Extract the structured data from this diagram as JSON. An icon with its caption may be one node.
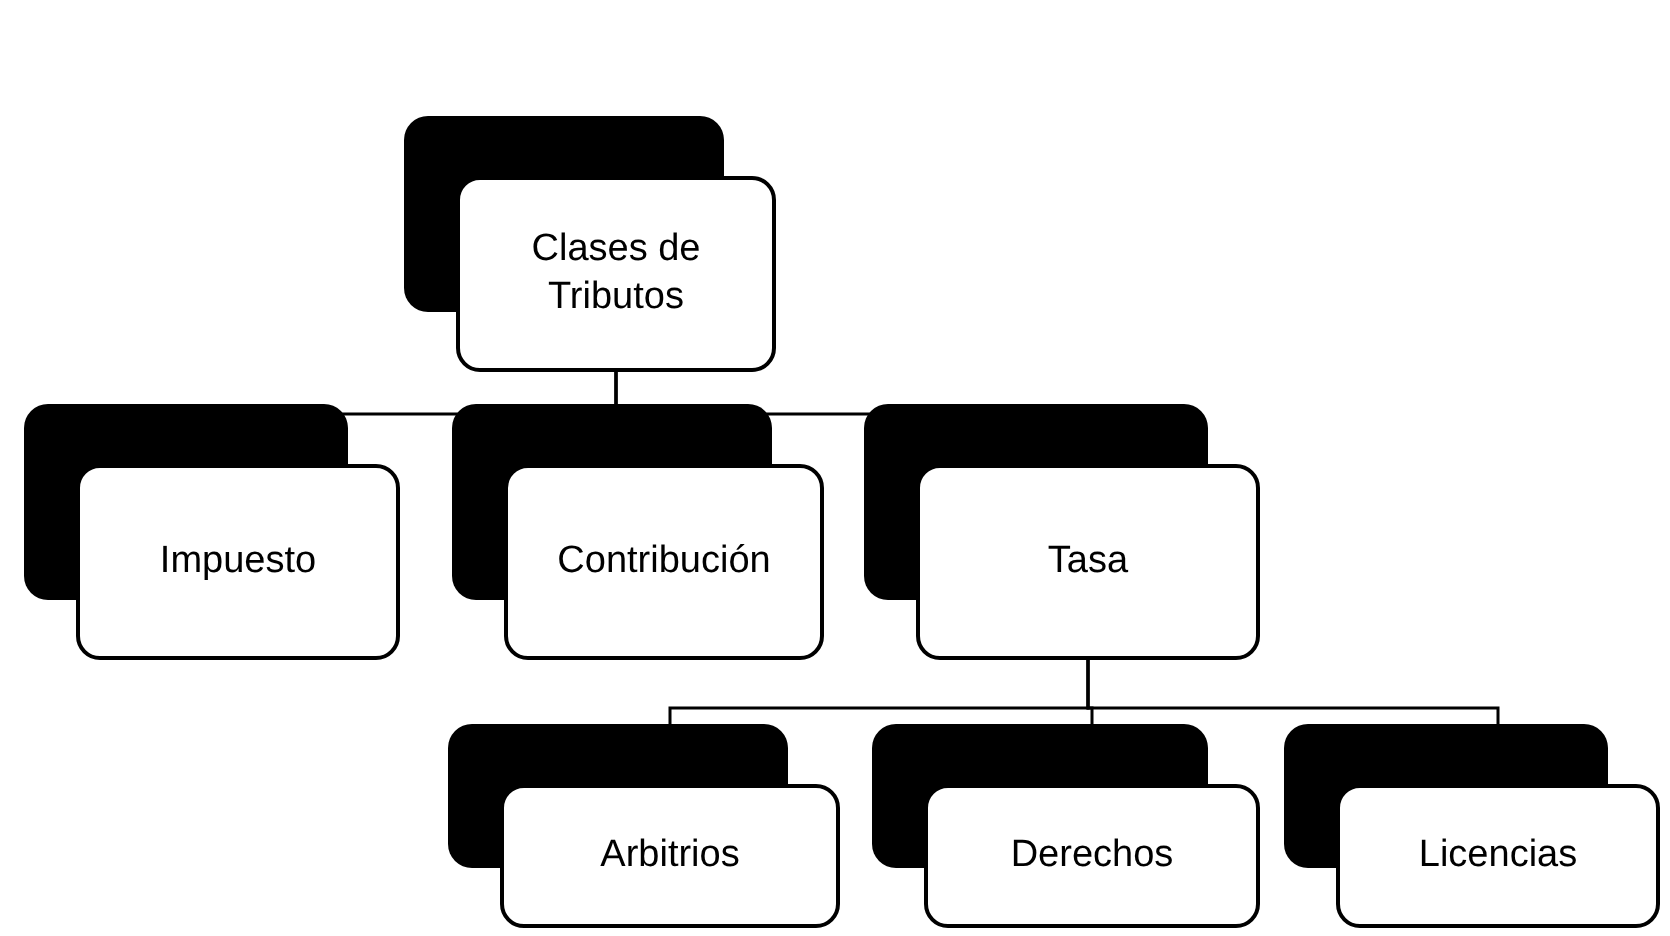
{
  "diagram": {
    "nodes": [
      {
        "text": [
          "Clases de Tributos"
        ]
      },
      {
        "text": [
          "Impuesto"
        ]
      },
      {
        "text": [
          "Contribución"
        ]
      },
      {
        "text": [
          "Tasa"
        ]
      },
      {
        "text": [
          "Arbitrios"
        ]
      },
      {
        "text": [
          "Derechos"
        ]
      },
      {
        "text": [
          "Licencias"
        ]
      }
    ],
    "edges": [
      {
        "from": 0,
        "to": 1,
        "arrow": "none"
      },
      {
        "from": 0,
        "to": 2,
        "arrow": "none"
      },
      {
        "from": 0,
        "to": 3,
        "arrow": "none"
      },
      {
        "from": 3,
        "to": 4,
        "arrow": "none"
      },
      {
        "from": 3,
        "to": 5,
        "arrow": "none"
      },
      {
        "from": 3,
        "to": 6,
        "arrow": "none"
      }
    ]
  }
}
